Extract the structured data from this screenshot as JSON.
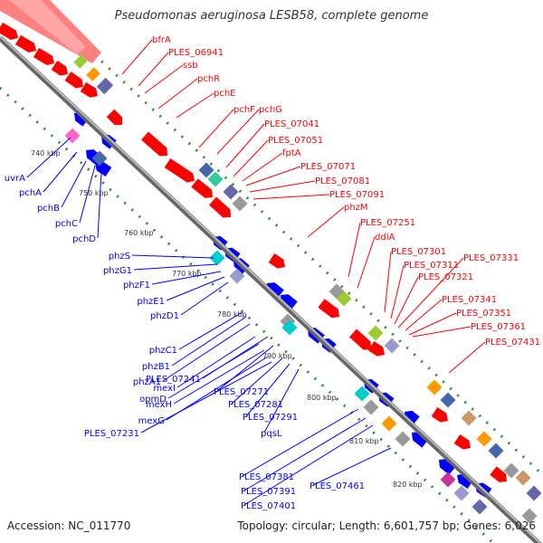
{
  "title": "Pseudomonas aeruginosa LESB58, complete genome",
  "footer": {
    "accession": "Accession: NC_011770",
    "summary": "Topology: circular; Length: 6,601,757 bp; Genes: 6,026"
  },
  "scale_ticks": [
    "740 kbp",
    "750 kbp",
    "760 kbp",
    "770 kbp",
    "780 kbp",
    "790 kbp",
    "800 kbp",
    "810 kbp",
    "820 kbp"
  ],
  "forward_genes": [
    "bfrA",
    "PLES_06941",
    "ssb",
    "pchR",
    "pchE",
    "pchF",
    "pchG",
    "PLES_07041",
    "PLES_07051",
    "fptA",
    "PLES_07071",
    "PLES_07081",
    "PLES_07091",
    "phzM",
    "PLES_07251",
    "ddlA",
    "PLES_07301",
    "PLES_07311",
    "PLES_07321",
    "PLES_07331",
    "PLES_07341",
    "PLES_07351",
    "PLES_07361",
    "PLES_07431"
  ],
  "reverse_genes": [
    "uvrA",
    "pchA",
    "pchB",
    "pchC",
    "pchD",
    "phzS",
    "phzG1",
    "phzF1",
    "phzE1",
    "phzD1",
    "phzC1",
    "phzB1",
    "phzA1",
    "mexI",
    "opmD",
    "mexH",
    "mexG",
    "PLES_07231",
    "PLES_07241",
    "PLES_07271",
    "PLES_07281",
    "PLES_07291",
    "pqsL",
    "PLES_07381",
    "PLES_07391",
    "PLES_07401",
    "PLES_07461"
  ],
  "colors": {
    "forward_gene": "#ff0000",
    "reverse_gene": "#0000ff",
    "backbone": "#808080",
    "dotted_ring": "#2e8b2e",
    "cog_track_colors": [
      "#ff8080",
      "#ffa0a0",
      "#ff9900",
      "#99cc33",
      "#6666aa",
      "#33cc99",
      "#cc3399",
      "#00cccc",
      "#9999cc",
      "#ff66cc",
      "#4466aa",
      "#999999",
      "#cc9966"
    ]
  }
}
